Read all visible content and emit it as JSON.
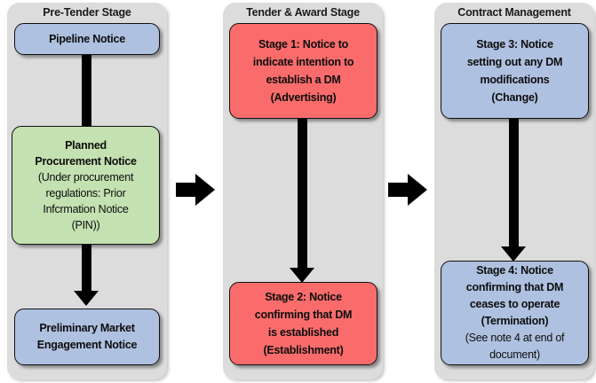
{
  "diagram": {
    "title": "Procurement notice stages flow",
    "colors": {
      "panel_bg": "#dcdcdc",
      "blue_node": "#afc1e0",
      "green_node": "#c4e1b1",
      "red_node": "#fa6c6c",
      "arrow": "#000000",
      "text": "#0d0d0d",
      "page_bg": "#ffffff"
    },
    "panels": [
      {
        "id": "pre-tender",
        "title": "Pre-Tender Stage",
        "nodes": [
          {
            "id": "pipeline-notice",
            "color": "blue",
            "lines": [
              {
                "text": "Pipeline Notice",
                "bold": true
              }
            ]
          },
          {
            "id": "planned-procurement-notice",
            "color": "green",
            "lines": [
              {
                "text": "Planned",
                "bold": true
              },
              {
                "text": "Procurement Notice",
                "bold": true
              },
              {
                "text": "(Under procurement",
                "bold": false
              },
              {
                "text": "regulations: Prior",
                "bold": false
              },
              {
                "text": "Infcrmation Notice",
                "bold": false
              },
              {
                "text": "(PIN))",
                "bold": false
              }
            ]
          },
          {
            "id": "preliminary-market-engagement-notice",
            "color": "blue",
            "lines": [
              {
                "text": "Preliminary Market",
                "bold": true
              },
              {
                "text": "Engagement Notice",
                "bold": true
              }
            ]
          }
        ]
      },
      {
        "id": "tender-award",
        "title": "Tender & Award Stage",
        "nodes": [
          {
            "id": "stage-1",
            "color": "red",
            "lines": [
              {
                "text": "Stage 1: Notice to",
                "bold": true
              },
              {
                "text": "indicate intention to",
                "bold": true
              },
              {
                "text": "establish a DM",
                "bold": true
              },
              {
                "text": "(Advertising)",
                "bold": true
              }
            ]
          },
          {
            "id": "stage-2",
            "color": "red",
            "lines": [
              {
                "text": "Stage 2: Notice",
                "bold": true
              },
              {
                "text": "confirming that DM",
                "bold": true
              },
              {
                "text": "is established",
                "bold": true
              },
              {
                "text": "(Establishment)",
                "bold": true
              }
            ]
          }
        ]
      },
      {
        "id": "contract-management",
        "title": "Contract Management",
        "nodes": [
          {
            "id": "stage-3",
            "color": "blue",
            "lines": [
              {
                "text": "Stage 3: Notice",
                "bold": true
              },
              {
                "text": "setting out any DM",
                "bold": true
              },
              {
                "text": "modifications",
                "bold": true
              },
              {
                "text": "(Change)",
                "bold": true
              }
            ]
          },
          {
            "id": "stage-4",
            "color": "blue",
            "lines": [
              {
                "text": "Stage 4: Notice",
                "bold": true
              },
              {
                "text": "confirming that DM",
                "bold": true
              },
              {
                "text": "ceases to operate",
                "bold": true
              },
              {
                "text": "(Termination)",
                "bold": true
              },
              {
                "text": "(See note 4 at end of",
                "bold": false
              },
              {
                "text": "document)",
                "bold": false
              }
            ]
          }
        ]
      }
    ],
    "connectors": [
      {
        "id": "pipeline-to-planned",
        "kind": "vertical-arrow"
      },
      {
        "id": "planned-to-preliminary",
        "kind": "vertical-arrow"
      },
      {
        "id": "stage1-to-stage2",
        "kind": "vertical-arrow"
      },
      {
        "id": "stage3-to-stage4",
        "kind": "vertical-arrow"
      },
      {
        "id": "pre-tender-to-tender-award",
        "kind": "horizontal-arrow"
      },
      {
        "id": "tender-award-to-contract-management",
        "kind": "horizontal-arrow"
      }
    ]
  }
}
